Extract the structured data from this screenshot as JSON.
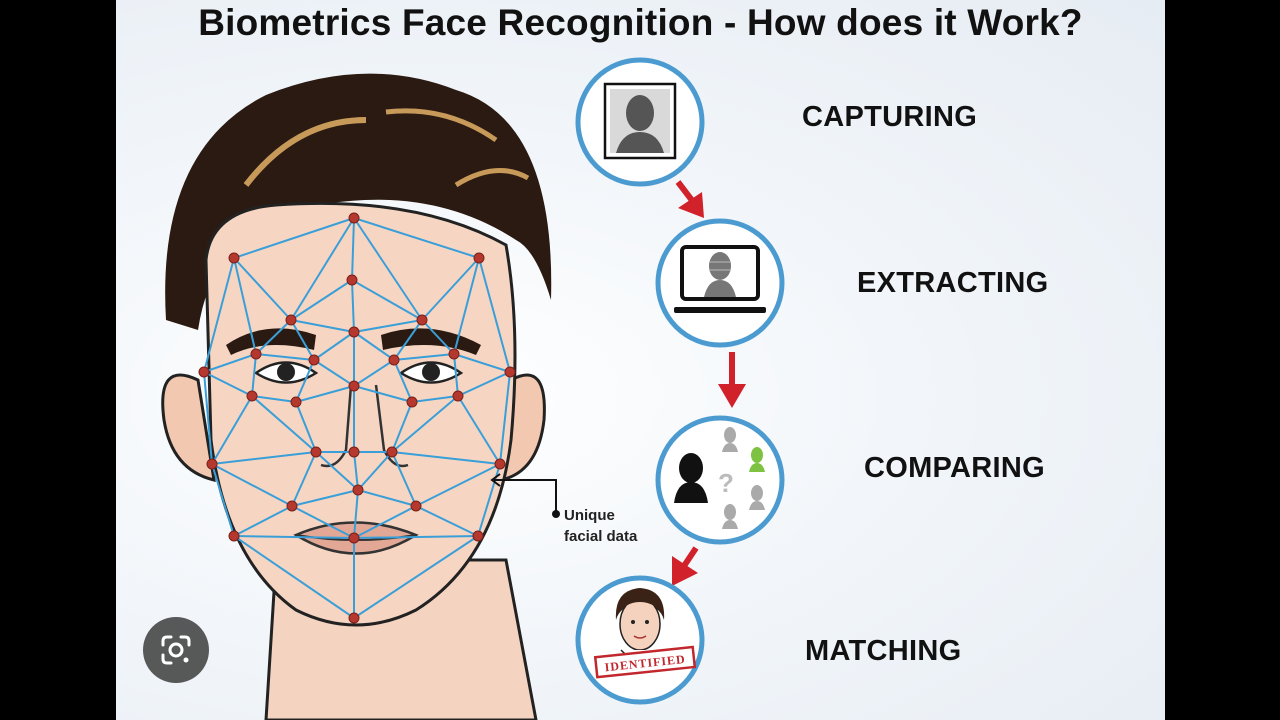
{
  "title": "Biometrics Face Recognition - How does it Work?",
  "face_annotation": {
    "line1": "Unique",
    "line2": "facial data"
  },
  "steps": [
    {
      "label": "CAPTURING",
      "icon": "portrait-photo-icon"
    },
    {
      "label": "EXTRACTING",
      "icon": "laptop-face-icon"
    },
    {
      "label": "COMPARING",
      "icon": "faces-compare-icon"
    },
    {
      "label": "MATCHING",
      "icon": "identified-face-icon"
    }
  ],
  "matching_stamp": "IDENTIFIED",
  "compare_mark": "?",
  "colors": {
    "mesh_line": "#3a9fd8",
    "mesh_node": "#b5382f",
    "arrow": "#d1212a",
    "circle_border": "#4b9bd1",
    "hair": "#2b1a12",
    "skin": "#f6d6c3",
    "match_highlight": "#7dc242"
  }
}
